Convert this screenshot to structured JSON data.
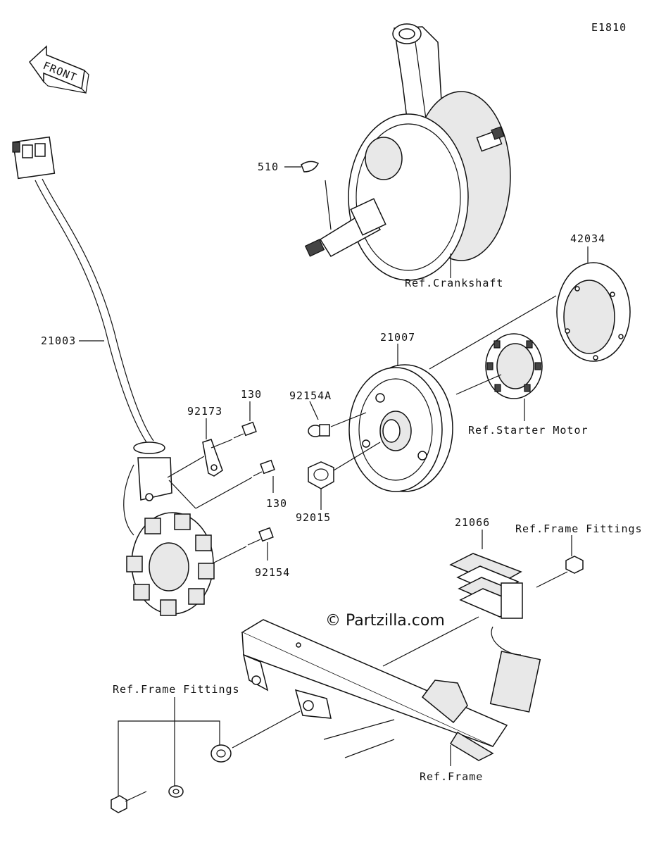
{
  "diagram_code": "E1810",
  "front_arrow": {
    "label": "FRONT"
  },
  "watermark": "© Partzilla.com",
  "callouts": {
    "p510": "510",
    "p42034": "42034",
    "p21003": "21003",
    "p21007": "21007",
    "p130a": "130",
    "p92173": "92173",
    "p92154a": "92154A",
    "p130b": "130",
    "p92015": "92015",
    "p92154": "92154",
    "p21066": "21066"
  },
  "references": {
    "crankshaft": "Ref.Crankshaft",
    "starter_motor": "Ref.Starter Motor",
    "frame_fittings_right": "Ref.Frame Fittings",
    "frame_fittings_left": "Ref.Frame Fittings",
    "frame": "Ref.Frame"
  }
}
